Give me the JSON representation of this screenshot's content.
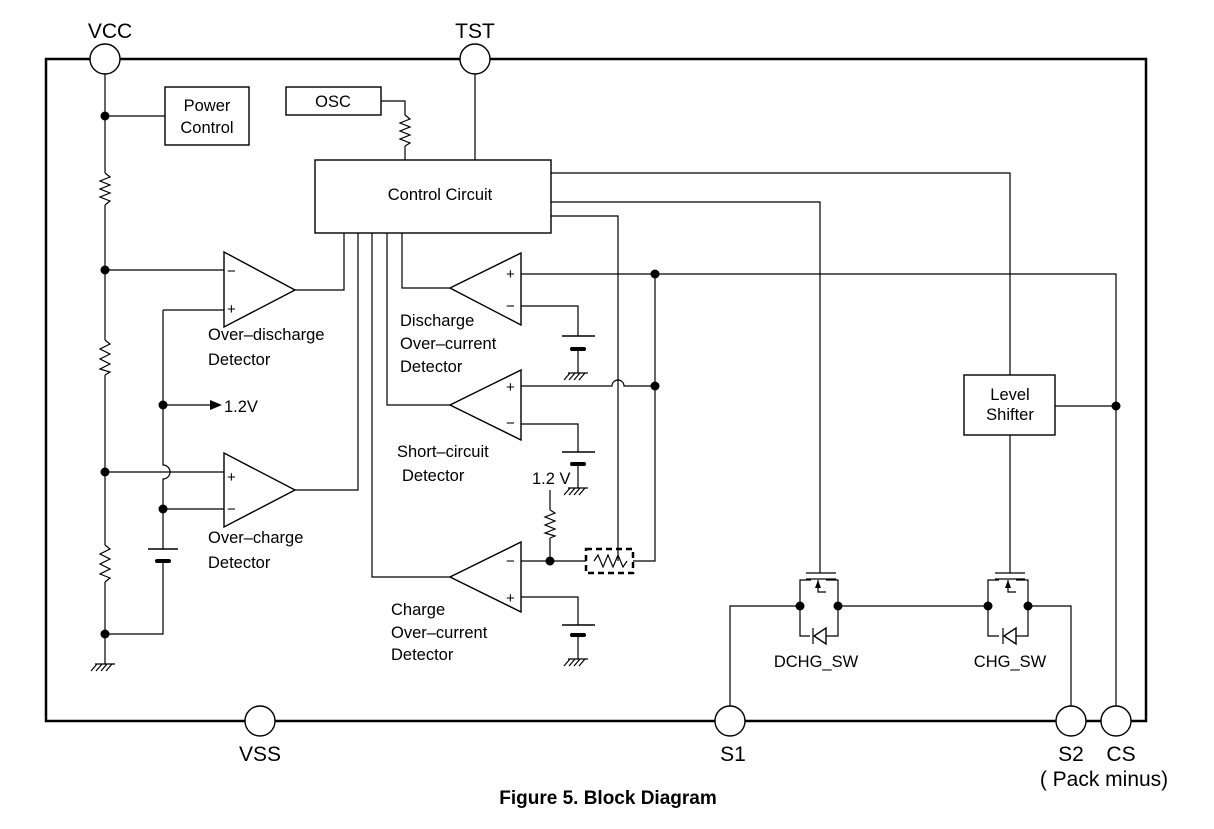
{
  "pins": {
    "vcc": "VCC",
    "tst": "TST",
    "vss": "VSS",
    "s1": "S1",
    "s2": "S2",
    "cs": "CS",
    "pack_minus": "( Pack minus)"
  },
  "blocks": {
    "power_control": [
      "Power",
      "Control"
    ],
    "osc": "OSC",
    "control_circuit": "Control Circuit",
    "level_shifter": [
      "Level",
      "Shifter"
    ]
  },
  "detectors": {
    "over_discharge": [
      "Over–discharge",
      "Detector"
    ],
    "over_charge": [
      "Over–charge",
      "Detector"
    ],
    "discharge_overcurrent": [
      "Discharge",
      "Over–current",
      "Detector"
    ],
    "short_circuit": [
      "Short–circuit",
      "Detector"
    ],
    "charge_overcurrent": [
      "Charge",
      "Over–current",
      "Detector"
    ]
  },
  "references": {
    "ref_1v2_arrow": "1.2V",
    "ref_1v2_source": "1.2 V"
  },
  "switches": {
    "dchg": "DCHG_SW",
    "chg": "CHG_SW"
  },
  "signs": {
    "plus": "+",
    "minus": "−"
  },
  "caption": "Figure 5. Block Diagram"
}
